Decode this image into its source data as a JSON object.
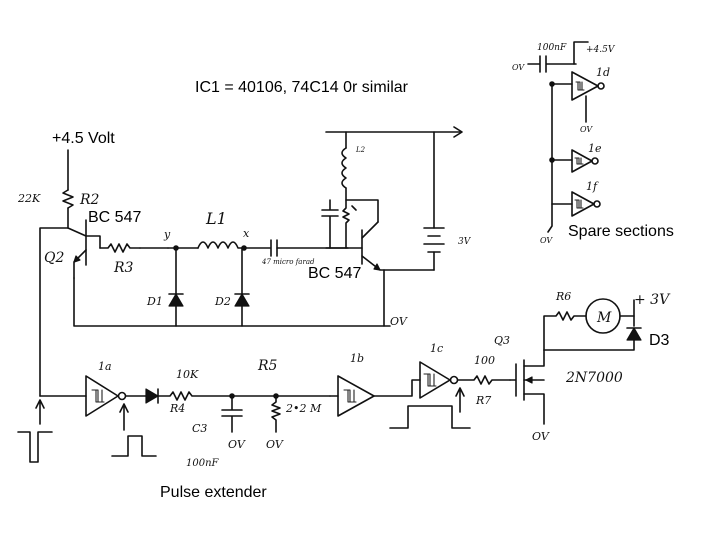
{
  "title": "IC1 = 40106, 74C14 0r similar",
  "supply_label": "+4.5 Volt",
  "transistor_top_left": "BC 547",
  "transistor_mid": "BC 547",
  "spare_sections_label": "Spare sections",
  "pulse_extender_label": "Pulse extender",
  "components": {
    "r2_value": "22K",
    "r2": "R2",
    "q2": "Q2",
    "r3": "R3",
    "l1": "L1",
    "node_y": "y",
    "node_x": "x",
    "d1": "D1",
    "d2": "D2",
    "cap_47": "47 micro farad",
    "l2": "L2",
    "batt_3v": "3V",
    "ov_mid": "OV",
    "gate_1a": "1a",
    "r4_value": "10K",
    "r4": "R4",
    "r5": "R5",
    "r5_value": "2•2 M",
    "c3": "C3",
    "c3_value": "100nF",
    "ov_c3": "OV",
    "ov_r5": "OV",
    "gate_1b": "1b",
    "gate_1c": "1c",
    "r7_value": "100",
    "r7": "R7",
    "q3": "Q3",
    "mosfet": "2N7000",
    "ov_q3": "OV",
    "r6": "R6",
    "motor": "M",
    "plus_3v": "+ 3V",
    "d3": "D3",
    "spare_cap": "100nF",
    "spare_ov_top": "OV",
    "spare_plus": "+4.5V",
    "gate_1d": "1d",
    "spare_ov_mid": "OV",
    "gate_1e": "1e",
    "gate_1f": "1f",
    "spare_ov_bottom": "OV"
  }
}
